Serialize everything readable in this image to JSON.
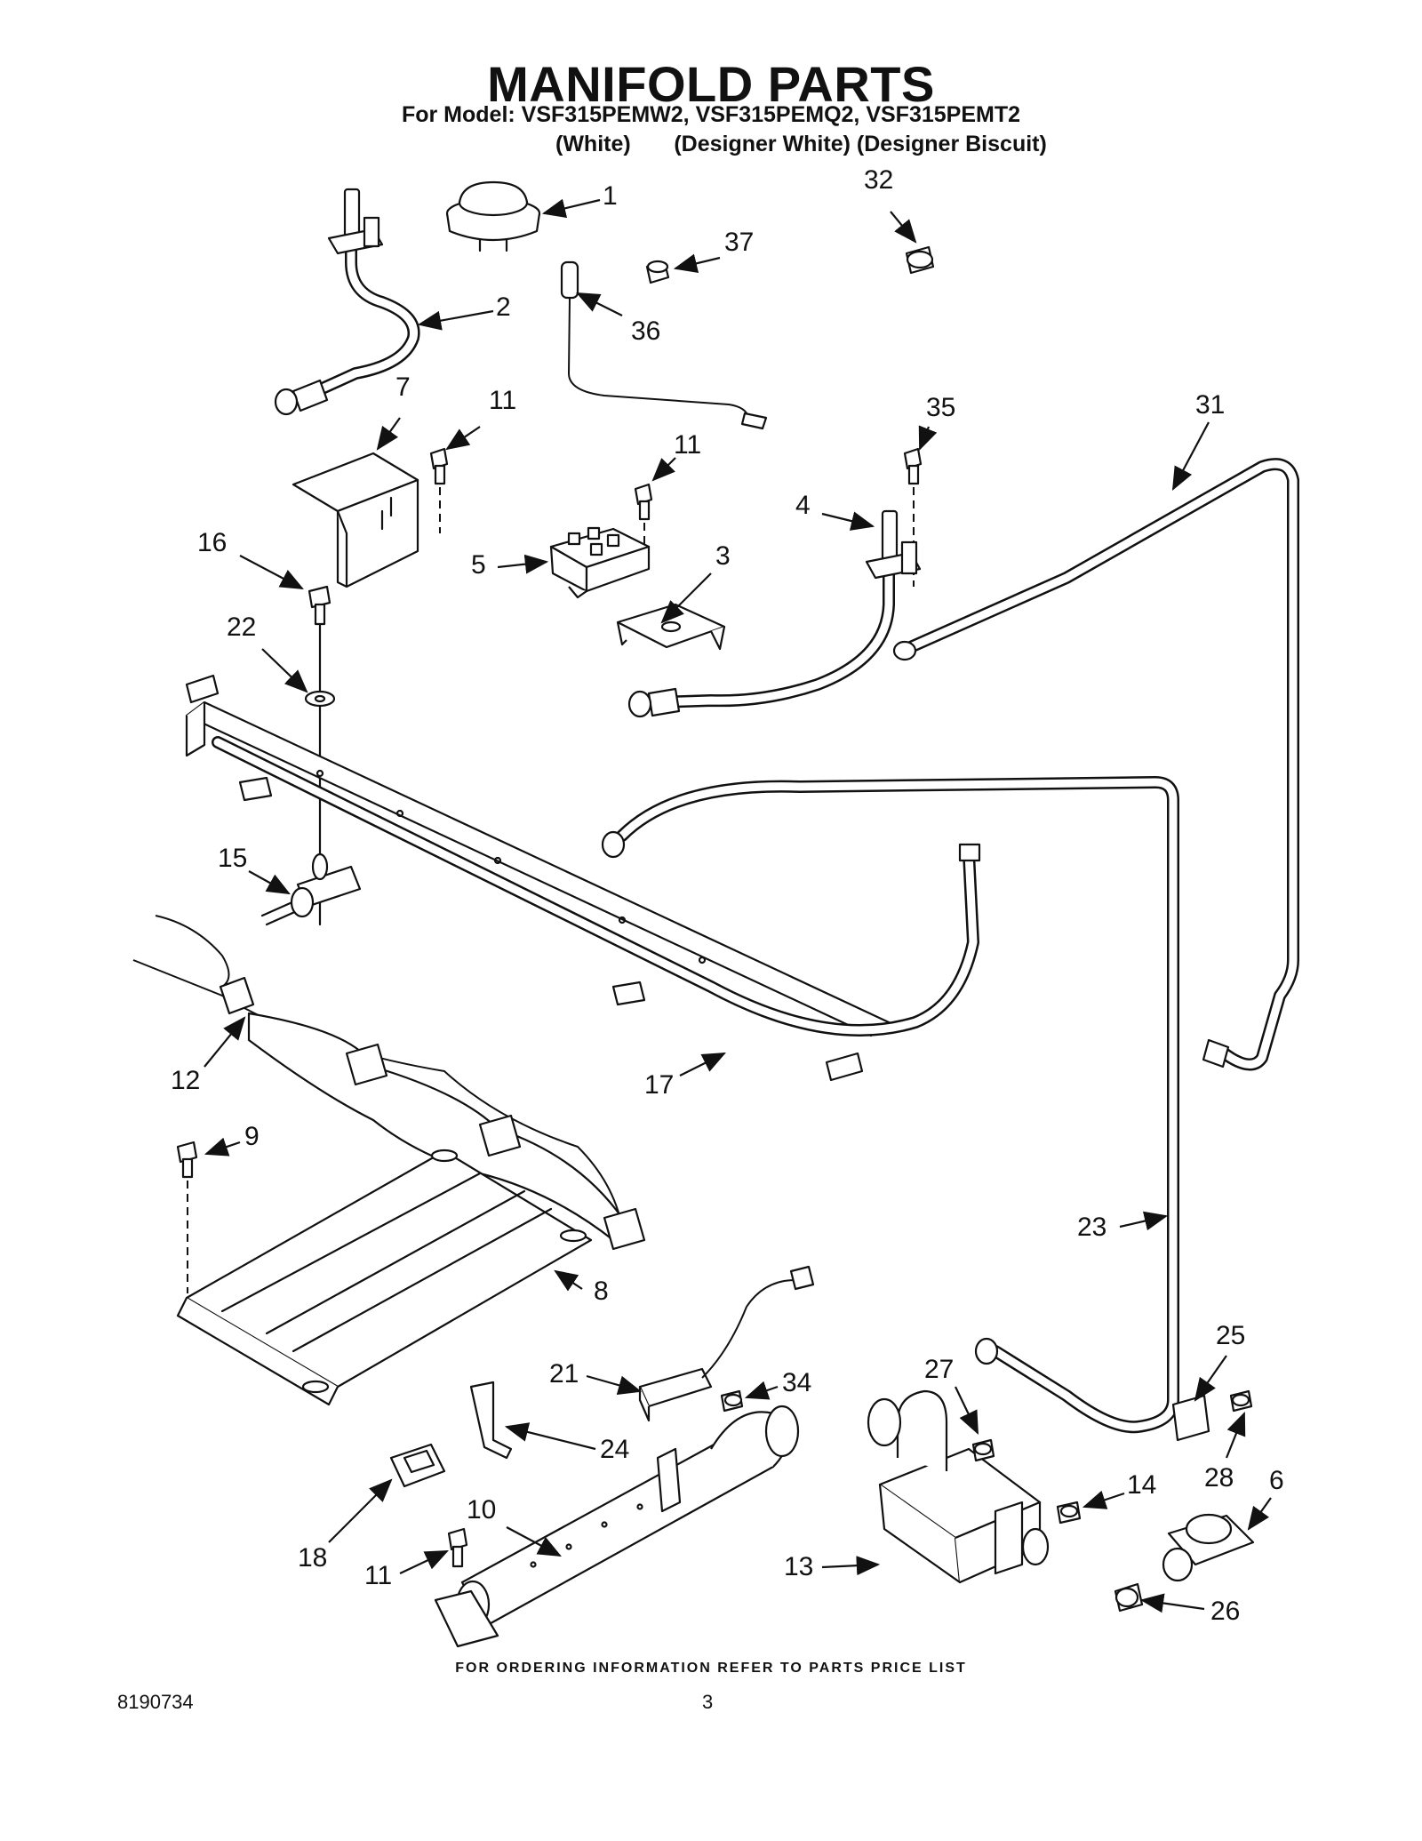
{
  "header": {
    "title": "MANIFOLD PARTS",
    "model_line": "For Model: VSF315PEMW2, VSF315PEMQ2, VSF315PEMT2",
    "variant_line": "(White)       (Designer White) (Designer Biscuit)"
  },
  "callouts": [
    "1",
    "2",
    "32",
    "37",
    "36",
    "7",
    "11",
    "11",
    "35",
    "31",
    "4",
    "16",
    "5",
    "3",
    "22",
    "15",
    "12",
    "17",
    "9",
    "8",
    "23",
    "25",
    "27",
    "21",
    "34",
    "24",
    "14",
    "6",
    "10",
    "28",
    "13",
    "18",
    "11",
    "26"
  ],
  "footer": {
    "ordering_note": "FOR ORDERING INFORMATION REFER TO PARTS PRICE LIST",
    "document_number": "8190734",
    "page_number": "3"
  }
}
